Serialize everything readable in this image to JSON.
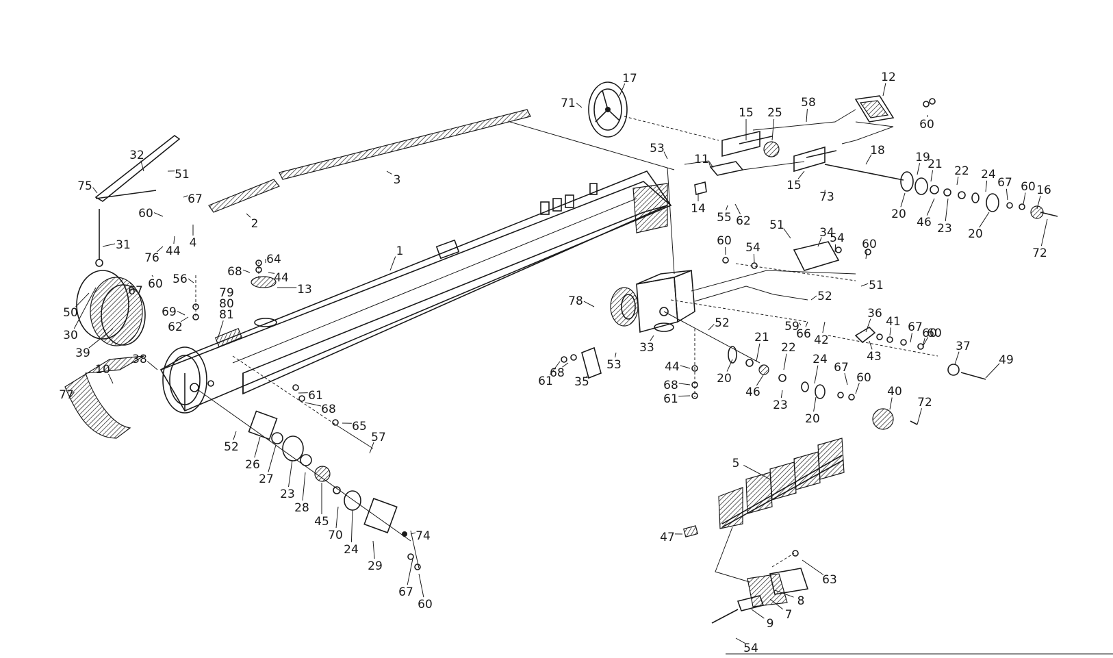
{
  "diagram": {
    "labels": [
      "1",
      "2",
      "3",
      "4",
      "5",
      "7",
      "8",
      "9",
      "10",
      "11",
      "12",
      "13",
      "14",
      "15",
      "16",
      "17",
      "18",
      "19",
      "20",
      "21",
      "22",
      "23",
      "24",
      "25",
      "26",
      "27",
      "28",
      "29",
      "30",
      "31",
      "32",
      "33",
      "34",
      "35",
      "36",
      "37",
      "38",
      "39",
      "40",
      "41",
      "42",
      "43",
      "44",
      "45",
      "46",
      "47",
      "49",
      "50",
      "51",
      "52",
      "53",
      "54",
      "55",
      "56",
      "57",
      "58",
      "59",
      "60",
      "61",
      "62",
      "63",
      "64",
      "65",
      "66",
      "67",
      "68",
      "69",
      "70",
      "71",
      "72",
      "73",
      "74",
      "75",
      "76",
      "77",
      "78",
      "79",
      "80",
      "81"
    ],
    "callouts": [
      {
        "id": "1",
        "text": "1"
      },
      {
        "id": "2",
        "text": "2"
      },
      {
        "id": "3",
        "text": "3"
      },
      {
        "id": "4",
        "text": "4"
      },
      {
        "id": "5",
        "text": "5"
      },
      {
        "id": "7",
        "text": "7"
      },
      {
        "id": "8",
        "text": "8"
      },
      {
        "id": "9",
        "text": "9"
      },
      {
        "id": "10",
        "text": "10"
      },
      {
        "id": "11",
        "text": "11"
      },
      {
        "id": "12",
        "text": "12"
      },
      {
        "id": "13",
        "text": "13"
      },
      {
        "id": "14",
        "text": "14"
      },
      {
        "id": "15a",
        "text": "15"
      },
      {
        "id": "15b",
        "text": "15"
      },
      {
        "id": "16",
        "text": "16"
      },
      {
        "id": "17",
        "text": "17"
      },
      {
        "id": "18",
        "text": "18"
      },
      {
        "id": "19",
        "text": "19"
      },
      {
        "id": "20a",
        "text": "20"
      },
      {
        "id": "20b",
        "text": "20"
      },
      {
        "id": "20c",
        "text": "20"
      },
      {
        "id": "20d",
        "text": "20"
      },
      {
        "id": "21a",
        "text": "21"
      },
      {
        "id": "21b",
        "text": "21"
      },
      {
        "id": "22a",
        "text": "22"
      },
      {
        "id": "22b",
        "text": "22"
      },
      {
        "id": "23a",
        "text": "23"
      },
      {
        "id": "23b",
        "text": "23"
      },
      {
        "id": "23c",
        "text": "23"
      },
      {
        "id": "24a",
        "text": "24"
      },
      {
        "id": "24b",
        "text": "24"
      },
      {
        "id": "24c",
        "text": "24"
      },
      {
        "id": "25",
        "text": "25"
      },
      {
        "id": "26",
        "text": "26"
      },
      {
        "id": "27",
        "text": "27"
      },
      {
        "id": "28",
        "text": "28"
      },
      {
        "id": "29",
        "text": "29"
      },
      {
        "id": "30",
        "text": "30"
      },
      {
        "id": "31",
        "text": "31"
      },
      {
        "id": "32",
        "text": "32"
      },
      {
        "id": "33",
        "text": "33"
      },
      {
        "id": "34",
        "text": "34"
      },
      {
        "id": "35",
        "text": "35"
      },
      {
        "id": "36",
        "text": "36"
      },
      {
        "id": "37",
        "text": "37"
      },
      {
        "id": "38",
        "text": "38"
      },
      {
        "id": "39",
        "text": "39"
      },
      {
        "id": "40",
        "text": "40"
      },
      {
        "id": "41",
        "text": "41"
      },
      {
        "id": "42",
        "text": "42"
      },
      {
        "id": "43",
        "text": "43"
      },
      {
        "id": "44a",
        "text": "44"
      },
      {
        "id": "44b",
        "text": "44"
      },
      {
        "id": "44c",
        "text": "44"
      },
      {
        "id": "45",
        "text": "45"
      },
      {
        "id": "46a",
        "text": "46"
      },
      {
        "id": "46b",
        "text": "46"
      },
      {
        "id": "47",
        "text": "47"
      },
      {
        "id": "49",
        "text": "49"
      },
      {
        "id": "50",
        "text": "50"
      },
      {
        "id": "51a",
        "text": "51"
      },
      {
        "id": "51b",
        "text": "51"
      },
      {
        "id": "51c",
        "text": "51"
      },
      {
        "id": "52a",
        "text": "52"
      },
      {
        "id": "52b",
        "text": "52"
      },
      {
        "id": "52c",
        "text": "52"
      },
      {
        "id": "53a",
        "text": "53"
      },
      {
        "id": "53b",
        "text": "53"
      },
      {
        "id": "54a",
        "text": "54"
      },
      {
        "id": "54b",
        "text": "54"
      },
      {
        "id": "54c",
        "text": "54"
      },
      {
        "id": "55",
        "text": "55"
      },
      {
        "id": "56",
        "text": "56"
      },
      {
        "id": "57",
        "text": "57"
      },
      {
        "id": "58",
        "text": "58"
      },
      {
        "id": "59",
        "text": "59"
      },
      {
        "id": "60a",
        "text": "60"
      },
      {
        "id": "60b",
        "text": "60"
      },
      {
        "id": "60c",
        "text": "60"
      },
      {
        "id": "60d",
        "text": "60"
      },
      {
        "id": "60e",
        "text": "60"
      },
      {
        "id": "60f",
        "text": "60"
      },
      {
        "id": "60g",
        "text": "60"
      },
      {
        "id": "60h",
        "text": "60"
      },
      {
        "id": "60i",
        "text": "60"
      },
      {
        "id": "60j",
        "text": "60"
      },
      {
        "id": "61a",
        "text": "61"
      },
      {
        "id": "61b",
        "text": "61"
      },
      {
        "id": "61c",
        "text": "61"
      },
      {
        "id": "62a",
        "text": "62"
      },
      {
        "id": "62b",
        "text": "62"
      },
      {
        "id": "63",
        "text": "63"
      },
      {
        "id": "64",
        "text": "64"
      },
      {
        "id": "65",
        "text": "65"
      },
      {
        "id": "66",
        "text": "66"
      },
      {
        "id": "67a",
        "text": "67"
      },
      {
        "id": "67b",
        "text": "67"
      },
      {
        "id": "67c",
        "text": "67"
      },
      {
        "id": "67d",
        "text": "67"
      },
      {
        "id": "67e",
        "text": "67"
      },
      {
        "id": "67f",
        "text": "67"
      },
      {
        "id": "68a",
        "text": "68"
      },
      {
        "id": "68b",
        "text": "68"
      },
      {
        "id": "68c",
        "text": "68"
      },
      {
        "id": "68d",
        "text": "68"
      },
      {
        "id": "69",
        "text": "69"
      },
      {
        "id": "70",
        "text": "70"
      },
      {
        "id": "71",
        "text": "71"
      },
      {
        "id": "72a",
        "text": "72"
      },
      {
        "id": "72b",
        "text": "72"
      },
      {
        "id": "73",
        "text": "73"
      },
      {
        "id": "74",
        "text": "74"
      },
      {
        "id": "75",
        "text": "75"
      },
      {
        "id": "76",
        "text": "76"
      },
      {
        "id": "77",
        "text": "77"
      },
      {
        "id": "78",
        "text": "78"
      },
      {
        "id": "79",
        "text": "79"
      },
      {
        "id": "80",
        "text": "80"
      },
      {
        "id": "81",
        "text": "81"
      }
    ]
  }
}
